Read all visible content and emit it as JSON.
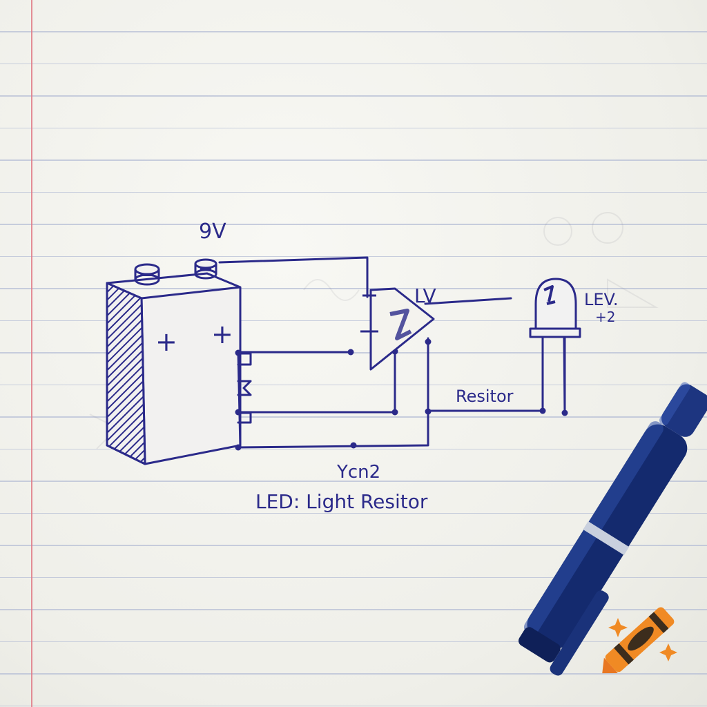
{
  "paper": {
    "line_color": "#b7bfd6",
    "margin_color": "#e07a86",
    "ink_color": "#2b2a8a"
  },
  "diagram": {
    "battery_label": "9V",
    "plus_sign_left": "+",
    "plus_sign_right": "+",
    "opamp_label": "LV",
    "opamp_minus": "—",
    "led_label_line1": "LEV.",
    "led_label_line2": "+2",
    "resistor_label": "Resitor",
    "ground_label": "Ycn2",
    "caption": "LED: Light Resitor"
  },
  "objects": {
    "pen": "pen-icon",
    "logo": "crayon-icon"
  }
}
